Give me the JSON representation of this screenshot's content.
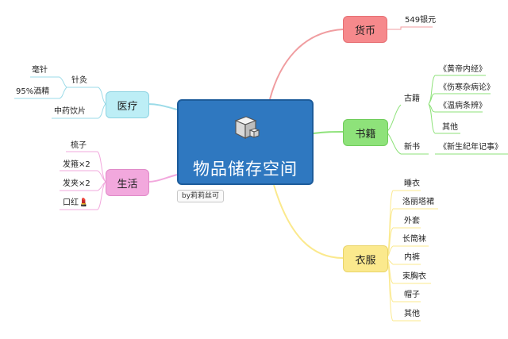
{
  "center": {
    "title": "物品储存空间",
    "icon": "box-icon",
    "note": "by莉莉丝可"
  },
  "colors": {
    "center": "#2f78c0",
    "currency": "#f6898c",
    "books": "#8ee27a",
    "clothes": "#fbe98d",
    "medical": "#bdeef6",
    "life": "#f2a8dd"
  },
  "branches": {
    "currency": {
      "label": "货币",
      "items": [
        "549银元"
      ]
    },
    "books": {
      "label": "书籍",
      "ancient": {
        "label": "古籍",
        "items": [
          "《黄帝内经》",
          "《伤寒杂病论》",
          "《温病条辨》",
          "其他"
        ]
      },
      "new": {
        "label": "新书",
        "items": [
          "《新生纪年记事》"
        ]
      }
    },
    "clothes": {
      "label": "衣服",
      "items": [
        "睡衣",
        "洛丽塔裙",
        "外套",
        "长筒袜",
        "内裤",
        "束胸衣",
        "帽子",
        "其他"
      ]
    },
    "medical": {
      "label": "医疗",
      "acupuncture": {
        "label": "针灸",
        "items": [
          "毫针",
          "95%酒精"
        ]
      },
      "herbs": {
        "label": "中药饮片"
      }
    },
    "life": {
      "label": "生活",
      "items": [
        "梳子",
        "发箍×2",
        "发夹×2",
        "口红💄"
      ]
    }
  }
}
